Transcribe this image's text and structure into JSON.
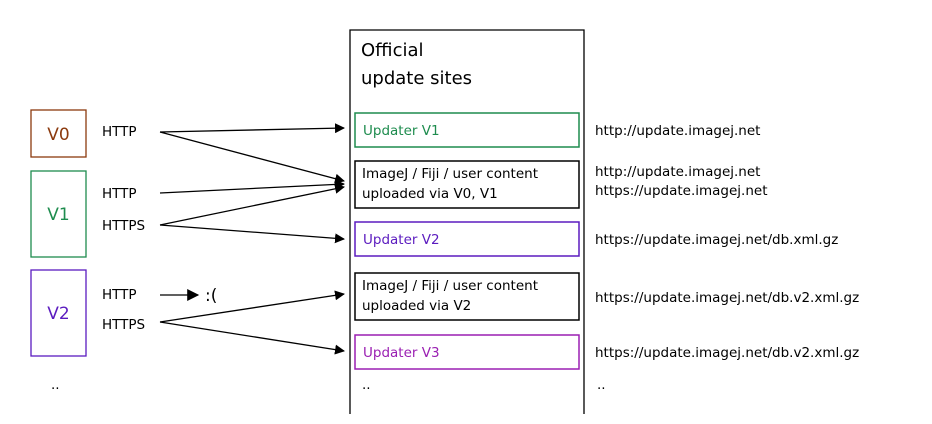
{
  "colors": {
    "v0": "#8b3a0e",
    "v1": "#1e8c4e",
    "v2": "#5b1bbf",
    "v3": "#9a1fb2",
    "ink": "#000000"
  },
  "clients": {
    "v0": {
      "label": "V0",
      "protocols": [
        "HTTP"
      ]
    },
    "v1": {
      "label": "V1",
      "protocols": [
        "HTTP",
        "HTTPS"
      ]
    },
    "v2": {
      "label": "V2",
      "protocols": [
        "HTTP",
        "HTTPS"
      ],
      "failure": ":("
    },
    "more": ".."
  },
  "sites": {
    "title_lines": [
      "Official",
      "update sites"
    ],
    "updater_v1": {
      "label": "Updater V1"
    },
    "content_v01": {
      "lines": [
        "ImageJ / Fiji / user content",
        "uploaded via V0, V1"
      ]
    },
    "updater_v2": {
      "label": "Updater V2"
    },
    "content_v2": {
      "lines": [
        "ImageJ / Fiji / user content",
        "uploaded via V2"
      ]
    },
    "updater_v3": {
      "label": "Updater V3"
    },
    "more": ".."
  },
  "urls": {
    "updater_v1": "http://update.imagej.net",
    "content_v01": [
      "http://update.imagej.net",
      "https://update.imagej.net"
    ],
    "updater_v2": "https://update.imagej.net/db.xml.gz",
    "content_v2": "https://update.imagej.net/db.v2.xml.gz",
    "updater_v3": "https://update.imagej.net/db.v2.xml.gz",
    "more": ".."
  }
}
